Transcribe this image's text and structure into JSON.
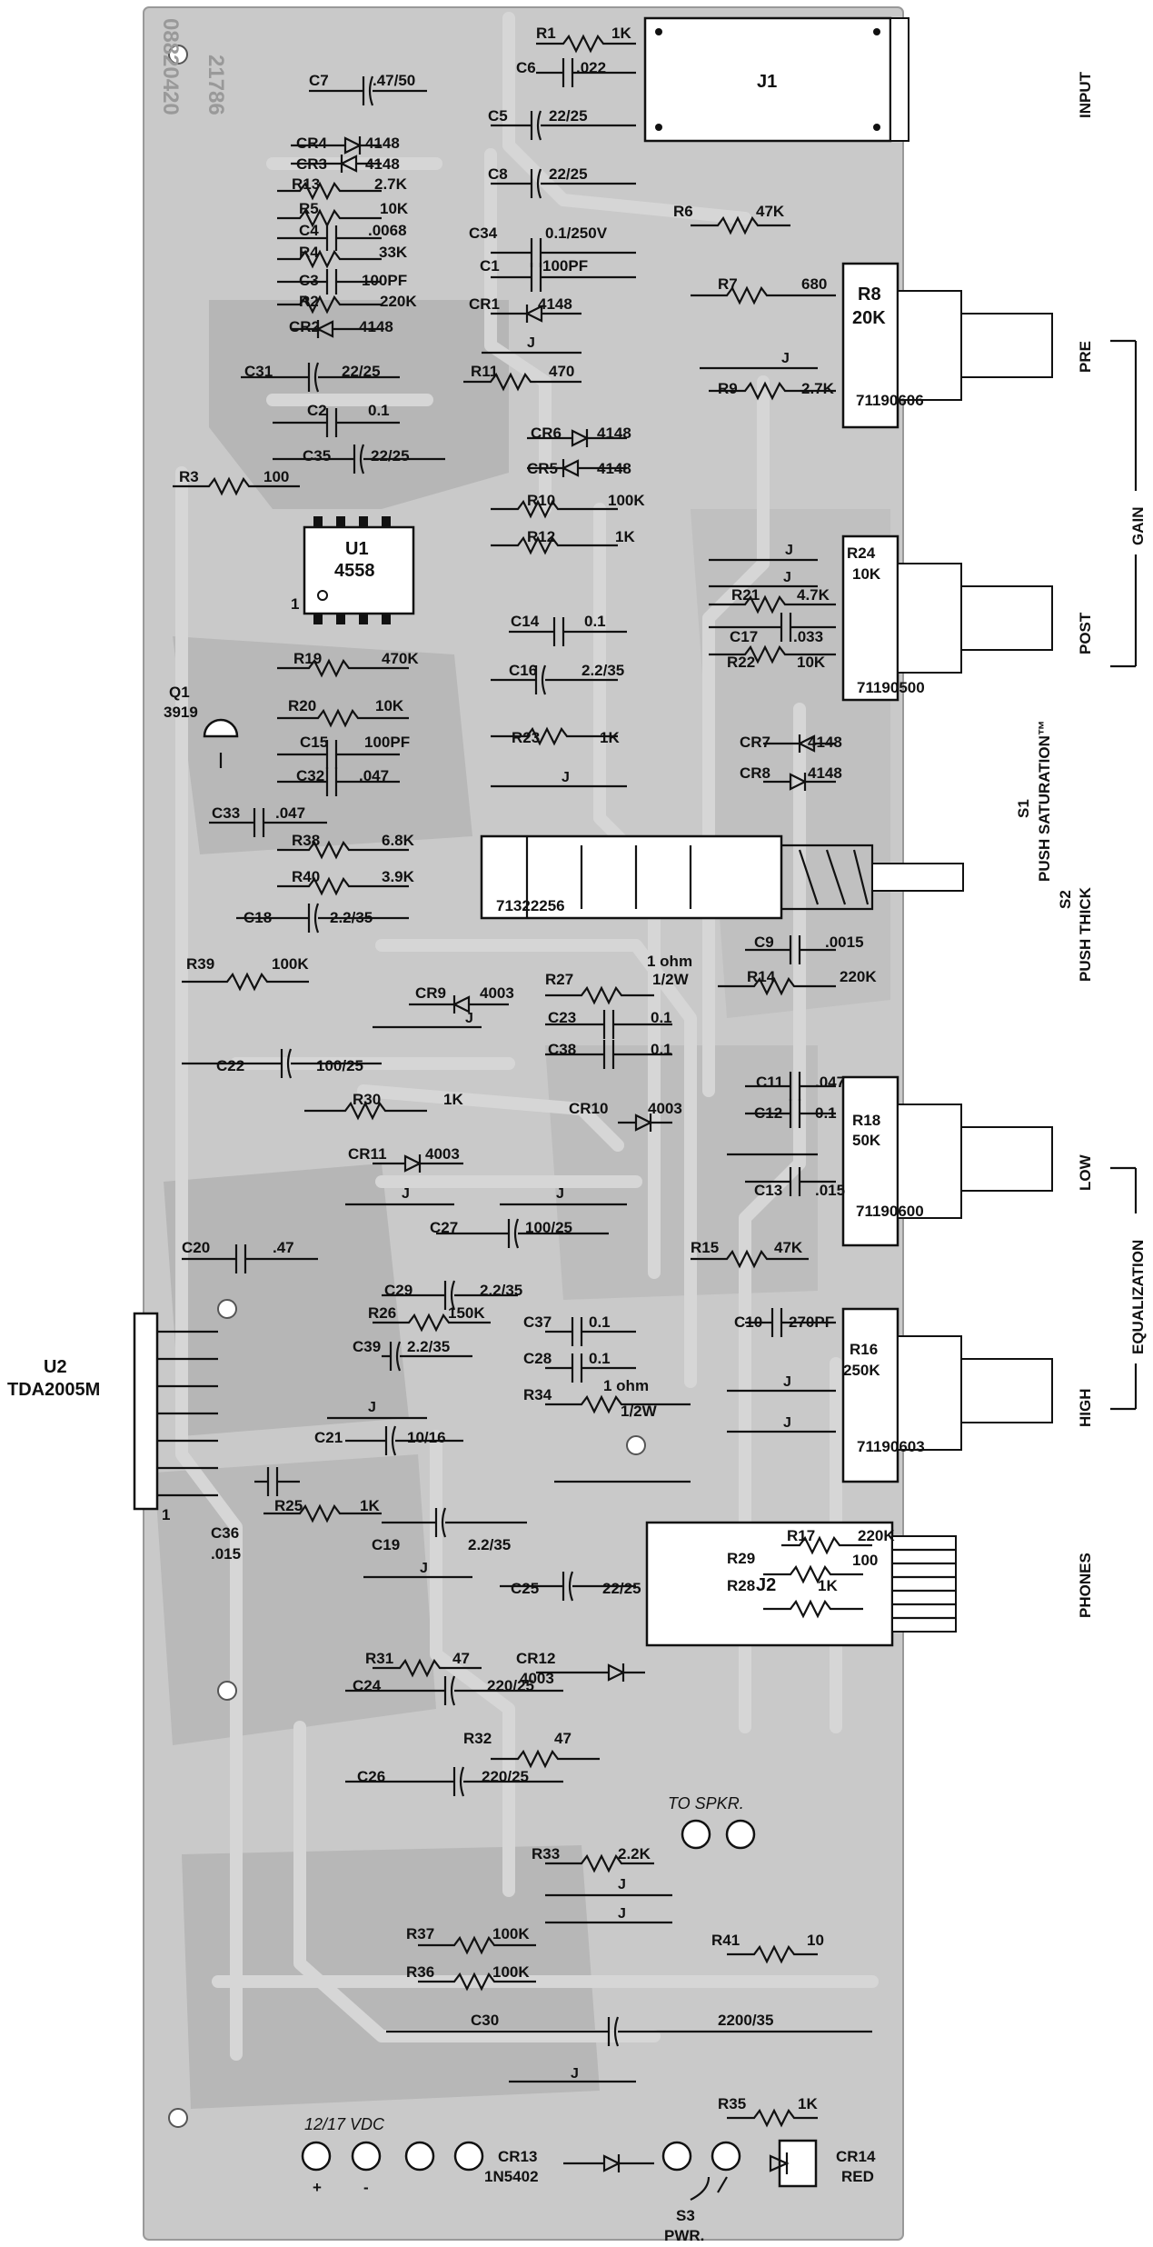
{
  "labels": {
    "r1": "R1",
    "r1v": "1K",
    "c6": "C6",
    "c6v": ".022",
    "j1": "J1",
    "c7": "C7",
    "c7v": ".47/50",
    "c5": "C5",
    "c5v": "22/25",
    "cr4": "CR4",
    "cr4v": "4148",
    "cr3": "CR3",
    "cr3v": "4148",
    "c8": "C8",
    "c8v": "22/25",
    "r13": "R13",
    "r13v": "2.7K",
    "r5": "R5",
    "r5v": "10K",
    "r6": "R6",
    "r6v": "47K",
    "c4": "C4",
    "c4v": ".0068",
    "c34": "C34",
    "c34v": "0.1/250V",
    "r4": "R4",
    "r4v": "33K",
    "c1": "C1",
    "c1v": "100PF",
    "c3": "C3",
    "c3v": "100PF",
    "r7": "R7",
    "r7v": "680",
    "r8": "R8",
    "r8v": "20K",
    "r2": "R2",
    "r2v": "220K",
    "cr1": "CR1",
    "cr1v": "4148",
    "cr2": "CR2",
    "cr2v": "4148",
    "j_a": "J",
    "j_b": "J",
    "c31": "C31",
    "c31v": "22/25",
    "r11": "R11",
    "r11v": "470",
    "r9": "R9",
    "r9v": "2.7K",
    "p71190606": "71190606",
    "c2": "C2",
    "c2v": "0.1",
    "cr6": "CR6",
    "cr6v": "4148",
    "c35": "C35",
    "c35v": "22/25",
    "cr5": "CR5",
    "cr5v": "4148",
    "r3": "R3",
    "r3v": "100",
    "r10": "R10",
    "r10v": "100K",
    "u1": "U1",
    "u1v": "4558",
    "r12": "R12",
    "r12v": "1K",
    "j_c": "J",
    "r24": "R24",
    "r24v": "10K",
    "j_d": "J",
    "r21": "R21",
    "r21v": "4.7K",
    "pin1": "1",
    "c14": "C14",
    "c14v": "0.1",
    "c17": "C17",
    "c17v": ".033",
    "r19": "R19",
    "r19v": "470K",
    "r22": "R22",
    "r22v": "10K",
    "p71190500": "71190500",
    "c16": "C16",
    "c16v": "2.2/35",
    "q1": "Q1",
    "q1v": "3919",
    "r20": "R20",
    "r20v": "10K",
    "c15": "C15",
    "c15v": "100PF",
    "r23": "R23",
    "r23v": "1K",
    "cr7": "CR7",
    "cr7v": "4148",
    "c32": "C32",
    "c32v": ".047",
    "j_e": "J",
    "cr8": "CR8",
    "cr8v": "4148",
    "c33": "C33",
    "c33v": ".047",
    "r38": "R38",
    "r38v": "6.8K",
    "r40": "R40",
    "r40v": "3.9K",
    "p71322256": "71322256",
    "c18": "C18",
    "c18v": "2.2/35",
    "c9": "C9",
    "c9v": ".0015",
    "onehm": "1 ohm",
    "r27": "R27",
    "r27v": "1/2W",
    "r39": "R39",
    "r39v": "100K",
    "r14": "R14",
    "r14v": "220K",
    "cr9": "CR9",
    "cr9v": "4003",
    "j_f": "J",
    "c23": "C23",
    "c23v": "0.1",
    "c38": "C38",
    "c38v": "0.1",
    "c22": "C22",
    "c22v": "100/25",
    "c11": "C11",
    "c11v": ".047",
    "r30": "R30",
    "r30v": "1K",
    "cr10": "CR10",
    "cr10v": "4003",
    "c12": "C12",
    "c12v": "0.1",
    "r18": "R18",
    "r18v": "50K",
    "cr11": "CR11",
    "cr11v": "4003",
    "j_g": "J",
    "j_h": "J",
    "c13": "C13",
    "c13v": ".015",
    "p71190600": "71190600",
    "c27": "C27",
    "c27v": "100/25",
    "c20": "C20",
    "c20v": ".47",
    "r15": "R15",
    "r15v": "47K",
    "c29": "C29",
    "c29v": "2.2/35",
    "u2": "U2",
    "u2v": "TDA2005M",
    "r26": "R26",
    "r26v": "150K",
    "c37": "C37",
    "c37v": "0.1",
    "c10": "C10",
    "c10v": "270PF",
    "r16": "R16",
    "r16v": "250K",
    "c39": "C39",
    "c39v": "2.2/35",
    "c28": "C28",
    "c28v": "0.1",
    "j_i": "J",
    "j_j": "J",
    "r34": "R34",
    "onehm2": "1 ohm",
    "r34v": "1/2W",
    "c21": "C21",
    "c21v": "10/16",
    "p71190603": "71190603",
    "j_k": "J",
    "r25": "R25",
    "r25v": "1K",
    "pin1b": "1",
    "c36": "C36",
    "c36v": ".015",
    "r17": "R17",
    "r17v": "220K",
    "c19": "C19",
    "c19v": "2.2/35",
    "r29": "R29",
    "r29v": "100",
    "r28": "R28",
    "r28v": "1K",
    "c25": "C25",
    "c25v": "22/25",
    "j_l": "J",
    "r31": "R31",
    "r31v": "47",
    "cr12": "CR12",
    "cr12v": "4003",
    "j2": "J2",
    "c24": "C24",
    "c24v": "220/25",
    "r32": "R32",
    "r32v": "47",
    "c26": "C26",
    "c26v": "220/25",
    "tospkr": "TO SPKR.",
    "r33": "R33",
    "r33v": "2.2K",
    "j_m": "J",
    "j_n": "J",
    "r37": "R37",
    "r37v": "100K",
    "r41": "R41",
    "r41v": "10",
    "r36": "R36",
    "r36v": "100K",
    "c30": "C30",
    "c30v": "2200/35",
    "j_o": "J",
    "r35": "R35",
    "r35v": "1K",
    "vdc": "12/17 VDC",
    "plus": "+",
    "minus": "-",
    "cr13": "CR13",
    "cr13v": "1N5402",
    "cr14": "CR14",
    "cr14v": "RED",
    "s3": "S3",
    "s3v": "PWR."
  },
  "side": {
    "input": "INPUT",
    "pre": "PRE",
    "gain": "GAIN",
    "post": "POST",
    "s1": "S1",
    "push_sat": "PUSH SATURATION™",
    "s2": "S2",
    "push_thick": "PUSH THICK",
    "low": "LOW",
    "equalization": "EQUALIZATION",
    "high": "HIGH",
    "phones": "PHONES"
  },
  "stamp": {
    "line1": "21786",
    "line2": "08820420"
  }
}
